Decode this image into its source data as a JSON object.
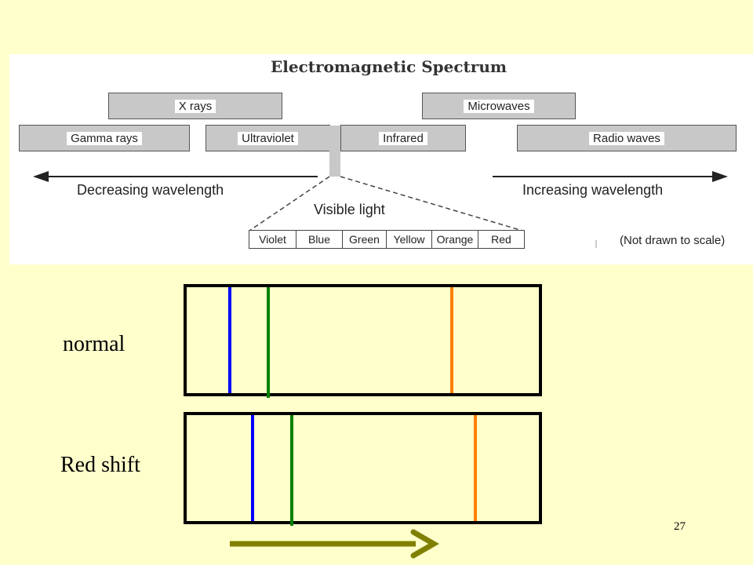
{
  "em_spectrum": {
    "title": "Electromagnetic Spectrum",
    "bands": {
      "x_rays": "X rays",
      "microwaves": "Microwaves",
      "gamma_rays": "Gamma rays",
      "ultraviolet": "Ultraviolet",
      "infrared": "Infrared",
      "radio_waves": "Radio waves"
    },
    "decreasing_label": "Decreasing wavelength",
    "increasing_label": "Increasing wavelength",
    "visible_label": "Visible light",
    "visible_colors": [
      "Violet",
      "Blue",
      "Green",
      "Yellow",
      "Orange",
      "Red"
    ],
    "scale_note": "(Not drawn to scale)"
  },
  "spectra": {
    "normal_label": "normal",
    "redshift_label": "Red shift"
  },
  "colors": {
    "background": "#FFFFCC",
    "blue_line": "#0000FF",
    "green_line": "#008000",
    "orange_line": "#FF7F00",
    "shift_arrow": "#808000"
  },
  "page_number": "27"
}
